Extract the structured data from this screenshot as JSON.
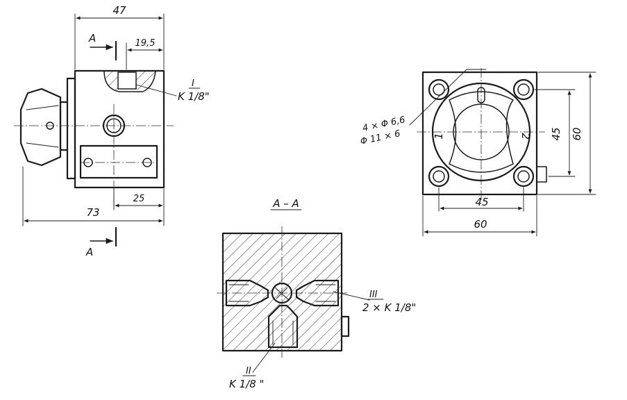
{
  "front_view": {
    "dim_overall_width": "47",
    "dim_port_offset": "19,5",
    "dim_total_length": "73",
    "dim_mount_offset": "25",
    "section_mark_top": "A",
    "section_mark_bottom": "A",
    "port_roman": "I",
    "port_thread": "K 1/8\""
  },
  "end_view": {
    "hole_callout_1": "4 × Φ 6,6",
    "hole_callout_2": "Φ 11 × 6",
    "dim_hole_spacing_h": "45",
    "dim_body_width": "60",
    "dim_hole_spacing_v": "45",
    "dim_body_height": "60",
    "position_left": "1",
    "position_right": "2"
  },
  "section_view": {
    "title": "A – A",
    "port_roman_side": "III",
    "port_thread_side": "2 × K 1/8\"",
    "port_roman_bottom": "II",
    "port_thread_bottom": "K 1/8 \""
  }
}
